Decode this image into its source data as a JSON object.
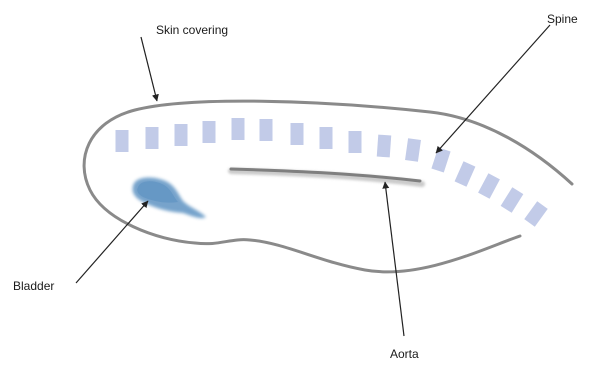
{
  "labels": {
    "skin_covering": "Skin covering",
    "spine": "Spine",
    "bladder": "Bladder",
    "aorta": "Aorta"
  },
  "colors": {
    "outline": "#8a8a8a",
    "vertebra": "#c2cbe8",
    "bladder": "#6f9fc9",
    "aorta": "#7f7f7f",
    "arrow": "#222222"
  },
  "spine_segment_count": 16
}
